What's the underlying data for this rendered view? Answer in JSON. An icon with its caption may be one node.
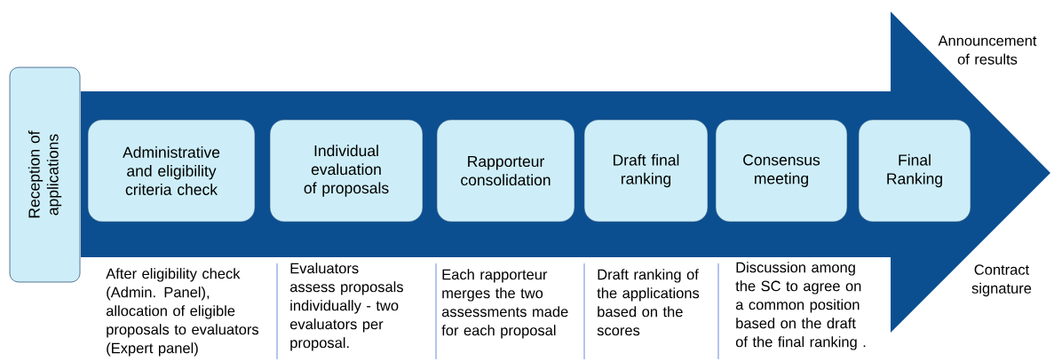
{
  "diagram": {
    "nodes": [
      {
        "text": [
          "Reception of applications"
        ]
      },
      {
        "text": [],
        "shape": "arrow"
      },
      {
        "text": [
          "Administrative and eligibility criteria check"
        ],
        "in": 1
      },
      {
        "text": [
          "Individual evaluation of proposals"
        ],
        "in": 1
      },
      {
        "text": [
          "Rapporteur consolidation"
        ],
        "in": 1
      },
      {
        "text": [
          "Draft final ranking"
        ],
        "in": 1
      },
      {
        "text": [
          "Consensus meeting"
        ],
        "in": 1
      },
      {
        "text": [
          "Final Ranking"
        ],
        "in": 1
      }
    ],
    "labels": [
      "Announcement of results",
      "After eligibility check (Admin. Panel), allocation of eligible proposals to evaluators (Expert panel)",
      "Evaluators assess proposals individually - two evaluators per proposal.",
      "Each rapporteur merges the two assessments made for each proposal",
      "Draft ranking of the applications based on the scores",
      "Discussion among the SC to agree on a common position based on the draft of the final ranking .",
      "Contract signature"
    ]
  }
}
